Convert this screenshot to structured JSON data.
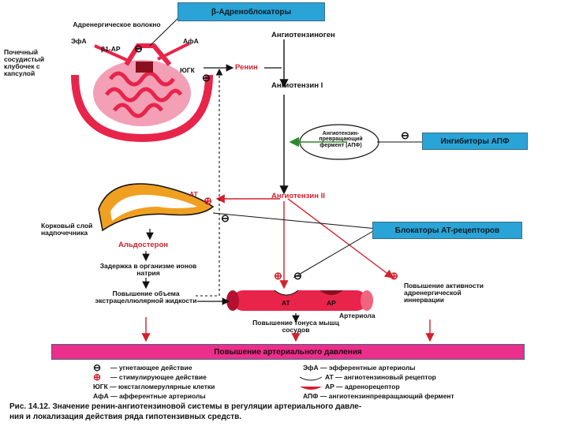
{
  "header": {
    "beta_blockers": "β-Адреноблокаторы"
  },
  "labels": {
    "adrenergic_fiber": "Адренергическое волокно",
    "efa": "ЭфА",
    "afa": "АфА",
    "b1_ar": "β1-АР",
    "kidney_glomerulus": "Почечный сосудистый клубочек с капсулой",
    "yugk": "ЮГК",
    "renin": "Ренин",
    "angiotensinogen": "Ангиотензиноген",
    "angiotensin1": "Ангиотензин I",
    "ace": "Ангиотензин- превращающий фермент (АПФ)",
    "angiotensin2": "Ангиотензин II",
    "at": "AT",
    "adrenal_cortex": "Корковый слой надпочечника",
    "aldosterone": "Альдостерон",
    "sodium_retention": "Задержка в организме ионов натрия",
    "ecf_increase": "Повышение объема экстрацеллюлярной жидкости",
    "at_label": "AT",
    "ar_label": "AP",
    "arteriole": "Артериола",
    "tone_increase": "Повышение тонуса мышц сосудов",
    "adrenergic_activity": "Повышение активности адренергической иннервации",
    "minus": "⊖",
    "plus": "⊕"
  },
  "boxes": {
    "ace_inhibitors": "Ингибиторы АПФ",
    "at_blockers": "Блокаторы AT-рецепторов",
    "bp_increase": "Повышение артериального давления"
  },
  "legend": {
    "minus_text": "— угнетающее действие",
    "plus_text": "— стимулирующее действие",
    "yugk_text": "ЮГК — юкстагломерулярные клетки",
    "afa_text": "АфА — афферентные артериолы",
    "efa_text": "ЭфА — эфферентные артериолы",
    "at_text": "AT — ангиотензиновый рецептор",
    "ar_text": "AP — адренорецептор",
    "apf_text": "АПФ — ангиотензинпревращающий фермент"
  },
  "caption": {
    "line1": "Рис. 14.12. Значение ренин-ангиотензиновой системы в регуляции артериального давле-",
    "line2": "ния и локализация действия ряда гипотензивных средств."
  },
  "colors": {
    "tissue": "#e8244a",
    "adrenal": "#f0a020",
    "blue_box": "#2aa4d6",
    "pink_bar": "#ec2f8a",
    "red_arrow": "#d4202c"
  }
}
